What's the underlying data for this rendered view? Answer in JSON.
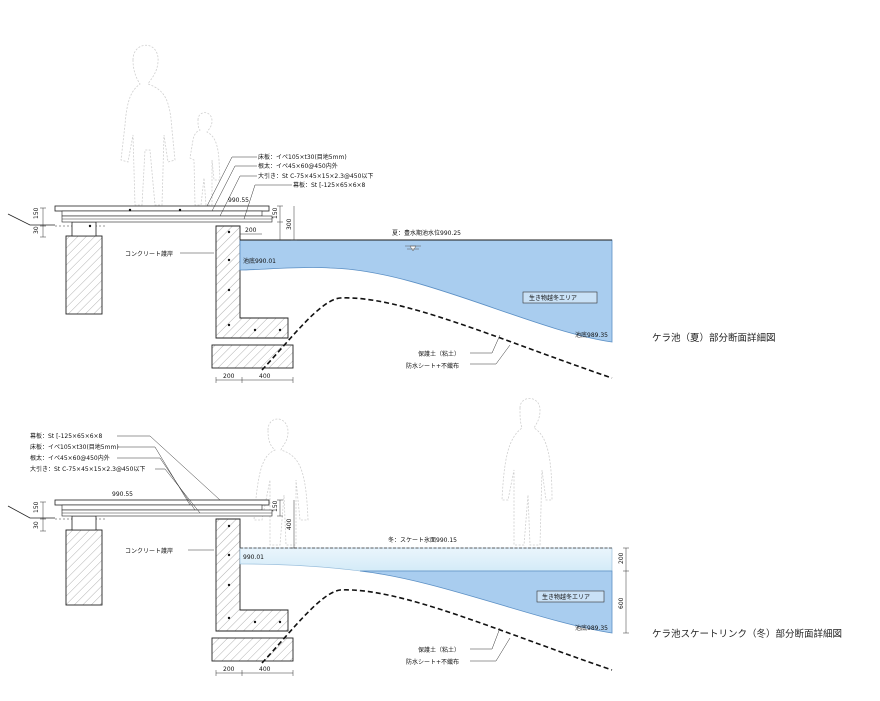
{
  "summer": {
    "title": "ケラ池（夏）部分断面詳細図",
    "annotations": {
      "flooring": "床板：イペ105×t30(目地5mm)",
      "joist": "根太：イペ45×60@450内外",
      "beam": "大引き：St C-75×45×15×2.3@450以下",
      "fascia": "幕板：St [-125×65×6×8"
    },
    "deck_level": "990.55",
    "water_level": "夏：豊水期池水位990.25",
    "pond_bottom_upper": "池底990.01",
    "pond_bottom_lower": "池底989.35",
    "habitat_label": "生き物越冬エリア",
    "revetment": "コンクリート護岸",
    "soil": "保護土（粘土）",
    "sheet": "防水シート+不織布",
    "dims": {
      "d150": "150",
      "d30": "30",
      "d300": "300",
      "d150b": "150",
      "d200": "200",
      "base_a": "200",
      "base_b": "400"
    }
  },
  "winter": {
    "title": "ケラ池スケートリンク（冬）部分断面詳細図",
    "annotations": {
      "fascia": "幕板：St [-125×65×6×8",
      "flooring": "床板：イペ105×t30(目地5mm)",
      "joist": "根太：イペ45×60@450内外",
      "beam": "大引き：St C-75×45×15×2.3@450以下"
    },
    "deck_level": "990.55",
    "ice_level": "冬：スケート氷面990.15",
    "level_upper": "990.01",
    "pond_bottom_lower": "池底989.35",
    "habitat_label": "生き物越冬エリア",
    "revetment": "コンクリート護岸",
    "soil": "保護土（粘土）",
    "sheet": "防水シート+不織布",
    "dims": {
      "d150": "150",
      "d30": "30",
      "d400": "400",
      "d150b": "150",
      "d200": "200",
      "d600": "600",
      "base_a": "200",
      "base_b": "400"
    }
  },
  "colors": {
    "water": "#a9cdef",
    "ice": "#def0fb",
    "line": "#222222"
  }
}
